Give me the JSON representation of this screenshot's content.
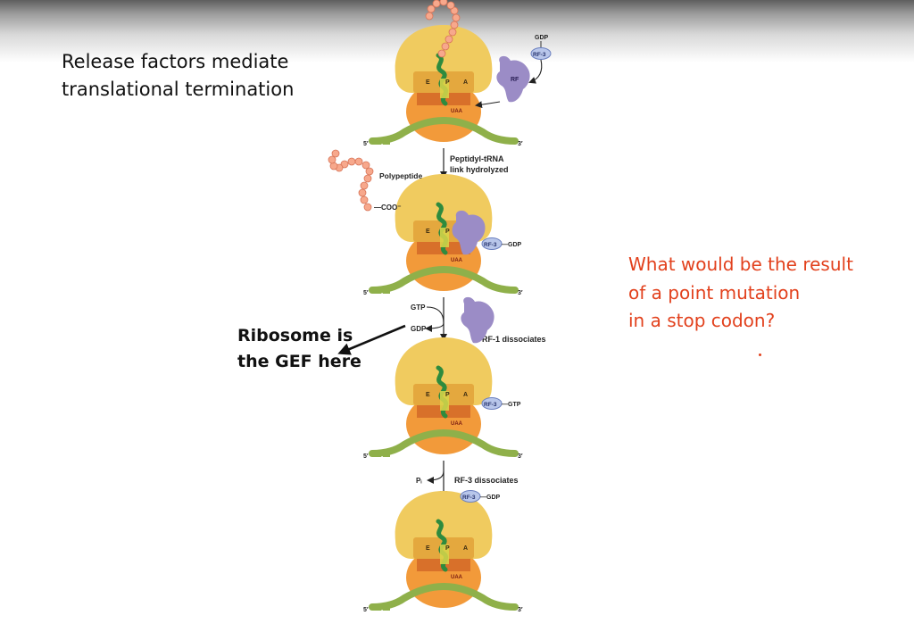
{
  "slide": {
    "title_lines": [
      "Release factors mediate",
      "translational termination"
    ],
    "question_lines": [
      "What would be the result",
      "of a point mutation",
      "in a stop codon?"
    ],
    "annotation_lines": [
      "Ribosome is",
      "the GEF here"
    ]
  },
  "diagram": {
    "site_labels": [
      "E",
      "P",
      "A"
    ],
    "codon": "UAA",
    "five_prime": "5′",
    "three_prime": "3′",
    "rf_label": "RF",
    "rf3_label": "RF-3",
    "gdp": "GDP",
    "gtp": "GTP",
    "rf3_gdp": "—GDP",
    "rf3_gtp": "—GTP",
    "step1_label_lines": [
      "Peptidyl-tRNA",
      "link hydrolyzed"
    ],
    "polypeptide_label": "Polypeptide",
    "coo_label": "—COO⁻",
    "rf1_dissociates": "RF-1 dissociates",
    "rf3_dissociates": "RF-3 dissociates",
    "pi_label": "Pᵢ"
  },
  "colors": {
    "question_text": "#e2411d",
    "large_subunit": "#f0cb5f",
    "small_subunit": "#f29a3a",
    "mrna": "#8fb04a",
    "trna": "#2e8b3e",
    "release_factor": "#9b8cc6",
    "rf3_oval": "#b8c6ea",
    "polypeptide_bead": "#f7a88c"
  }
}
